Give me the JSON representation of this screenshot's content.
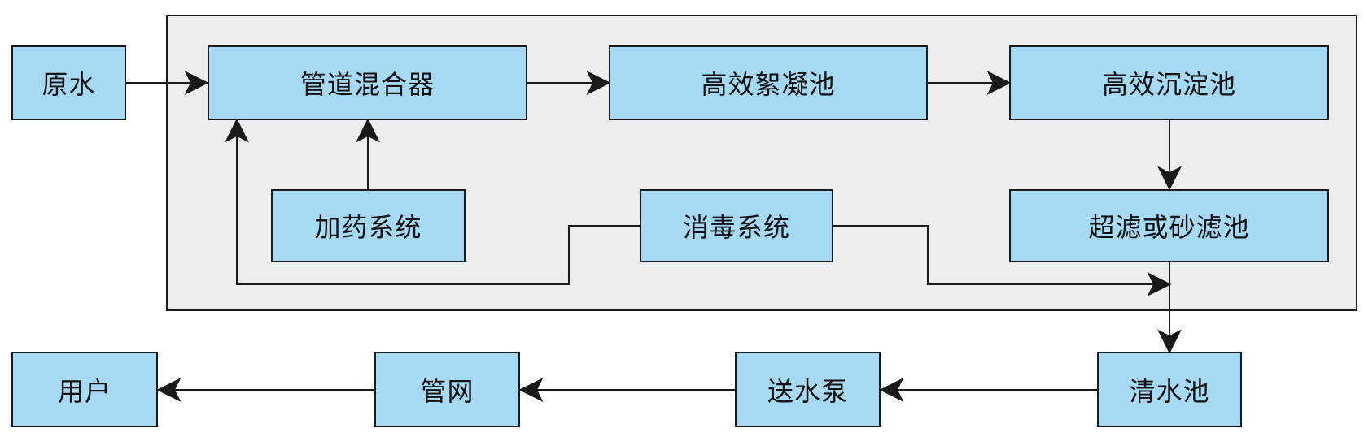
{
  "colors": {
    "node_fill": "#a6d9f4",
    "container_fill": "#ededee",
    "stroke": "#1a1a1a"
  },
  "nodes": {
    "raw_water": "原水",
    "pipe_mixer": "管道混合器",
    "flocculation": "高效絮凝池",
    "sedimentation": "高效沉淀池",
    "dosing": "加药系统",
    "disinfection": "消毒系统",
    "filtration": "超滤或砂滤池",
    "clear_water": "清水池",
    "pump": "送水泵",
    "network": "管网",
    "user": "用户"
  }
}
